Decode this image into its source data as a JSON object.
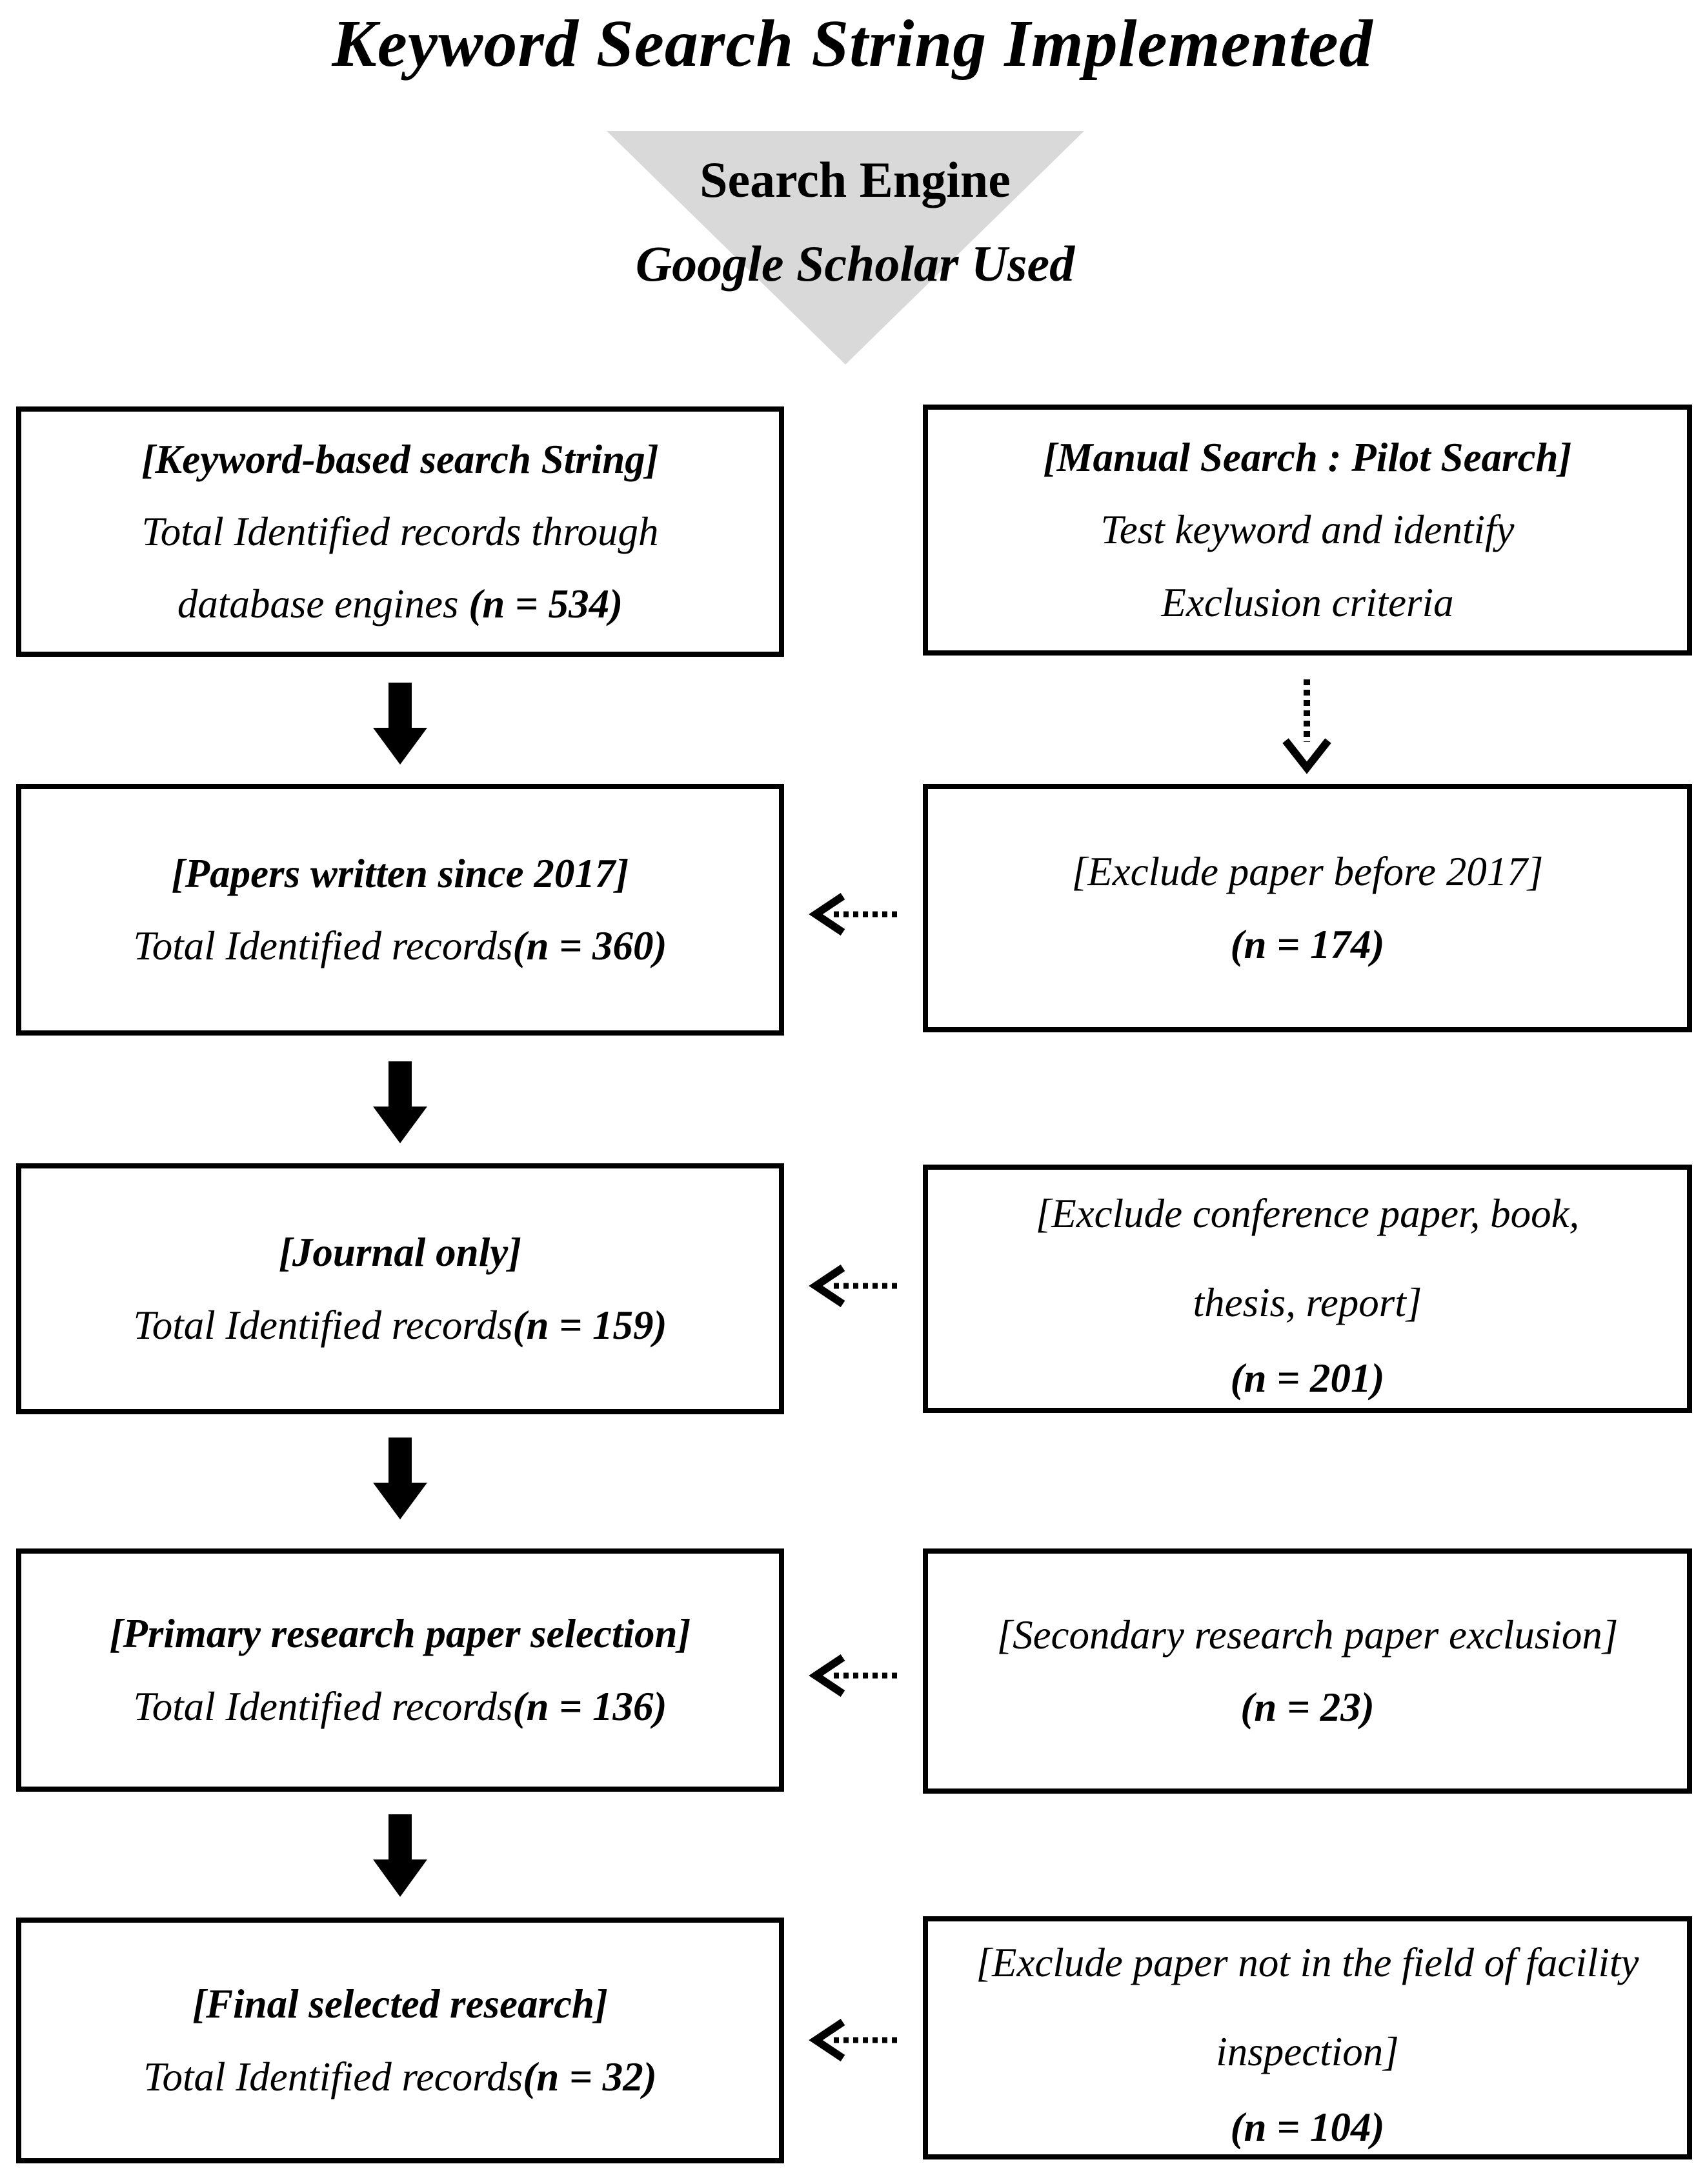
{
  "title": "Keyword Search String Implemented",
  "funnel": {
    "label": "Search Engine",
    "sublabel": "Google Scholar Used",
    "fill": "#d9d9d9"
  },
  "colors": {
    "ink": "#000000",
    "funnel_fill": "#d9d9d9"
  },
  "left_boxes": [
    {
      "title": "[Keyword-based search String]",
      "body": "Total Identified records through database engines ",
      "count": "(n = 534)"
    },
    {
      "title": "[Papers written since 2017]",
      "body": "Total Identified records",
      "count": "(n = 360)"
    },
    {
      "title": "[Journal only]",
      "body": "Total Identified records",
      "count": "(n = 159)"
    },
    {
      "title": "[Primary research paper selection]",
      "body": "Total Identified records",
      "count": "(n = 136)"
    },
    {
      "title": "[Final selected research]",
      "body": "Total Identified records",
      "count": "(n = 32)"
    }
  ],
  "right_boxes": [
    {
      "title": "[Manual Search : Pilot Search]",
      "body": "Test keyword and identify Exclusion criteria",
      "count": ""
    },
    {
      "title": "",
      "body": "[Exclude paper before 2017]",
      "count": "(n = 174)"
    },
    {
      "title": "",
      "body": "[Exclude conference paper, book, thesis, report]",
      "count": "(n = 201)"
    },
    {
      "title": "",
      "body": "[Secondary research paper exclusion]",
      "count": "(n = 23)"
    },
    {
      "title": "",
      "body": "[Exclude paper not in the field of facility inspection]",
      "count": "(n = 104)"
    }
  ]
}
